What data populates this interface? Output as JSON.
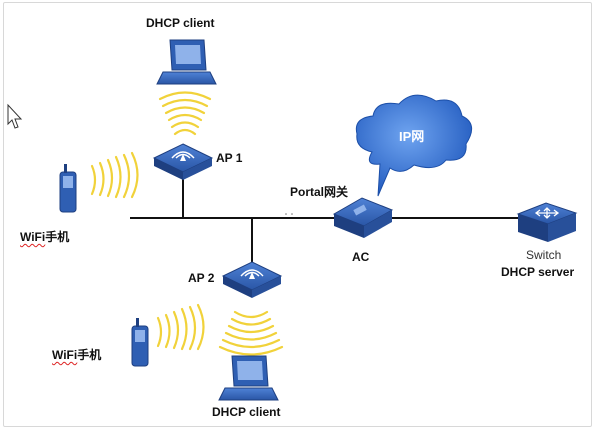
{
  "labels": {
    "client_top": "DHCP client",
    "ap1": "AP 1",
    "ap2": "AP 2",
    "phone1_latin": "WiFi",
    "phone1_cjk": "手机",
    "phone2_latin": "WiFi",
    "phone2_cjk": "手机",
    "portal": "Portal网关",
    "ip_net": "IP网",
    "ac": "AC",
    "switch": "Switch",
    "dhcp_server": "DHCP server",
    "client_bottom": "DHCP client"
  },
  "colors": {
    "device_blue": "#2f5fb3",
    "device_dark": "#1e3f80",
    "cloud_blue": "#2e6fd0",
    "signal_yellow": "#f1d23a",
    "line": "#111111"
  }
}
